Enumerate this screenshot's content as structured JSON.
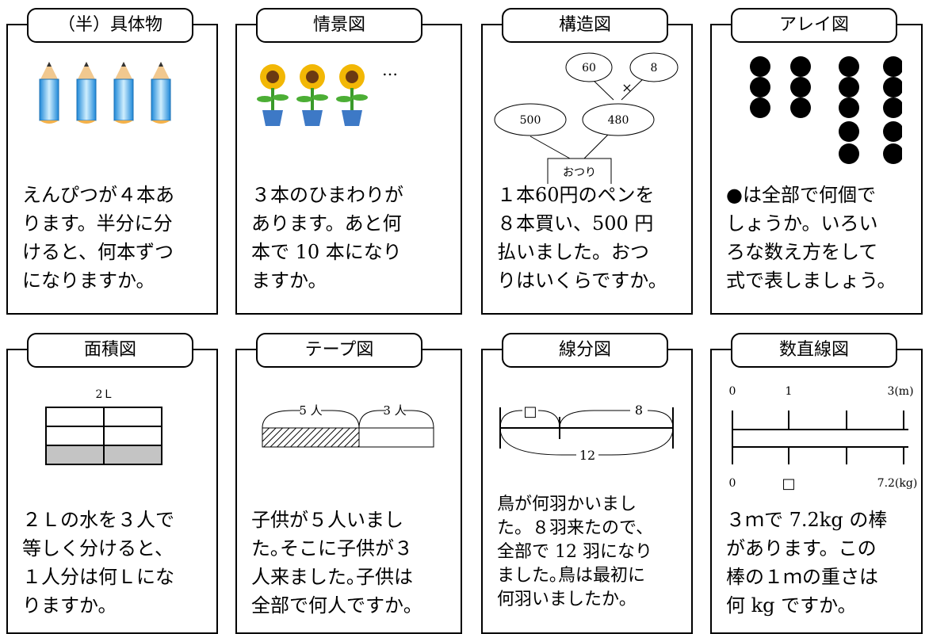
{
  "cards": [
    {
      "title": "（半）具体物",
      "text": "えんぴつが４本あ\nります。半分に分\nけると、何本ずつ\nになりますか。"
    },
    {
      "title": "情景図",
      "text": "３本のひまわりが\nあります。あと何\n本で 10 本になり\nますか。",
      "ellipsis": "…"
    },
    {
      "title": "構造図",
      "text": "１本60円のペンを\n８本買い、500 円\n払いました。おつ\nりはいくらですか。",
      "nodes": {
        "a": "60",
        "b": "8",
        "op": "×",
        "c": "500",
        "d": "480",
        "result": "おつり"
      }
    },
    {
      "title": "アレイ図",
      "text": "●は全部で何個で\nしょうか。いろい\nろな数え方をして\n式で表しましょう。"
    },
    {
      "title": "面積図",
      "text": "２Ｌの水を３人で\n等しく分けると、\n１人分は何Ｌにな\nりますか。",
      "label": "2Ｌ"
    },
    {
      "title": "テープ図",
      "text": "子供が５人いまし\nた｡そこに子供が３\n人来ました｡子供は\n全部で何人ですか｡",
      "labels": {
        "left": "5 人",
        "right": "3 人"
      }
    },
    {
      "title": "線分図",
      "text": "鳥が何羽かいまし\nた。８羽来たので、\n全部で 12 羽になり\nました｡鳥は最初に\n何羽いましたか｡",
      "labels": {
        "unknown": "□",
        "added": "8",
        "total": "12"
      }
    },
    {
      "title": "数直線図",
      "text": "３ｍで 7.2kg の棒\nがあります。この\n棒の１ｍの重さは\n何 kg ですか。",
      "labels": {
        "t0": "0",
        "t1": "1",
        "t3": "3(m)",
        "b0": "0",
        "b1": "□",
        "b3": "7.2(kg)"
      }
    }
  ]
}
